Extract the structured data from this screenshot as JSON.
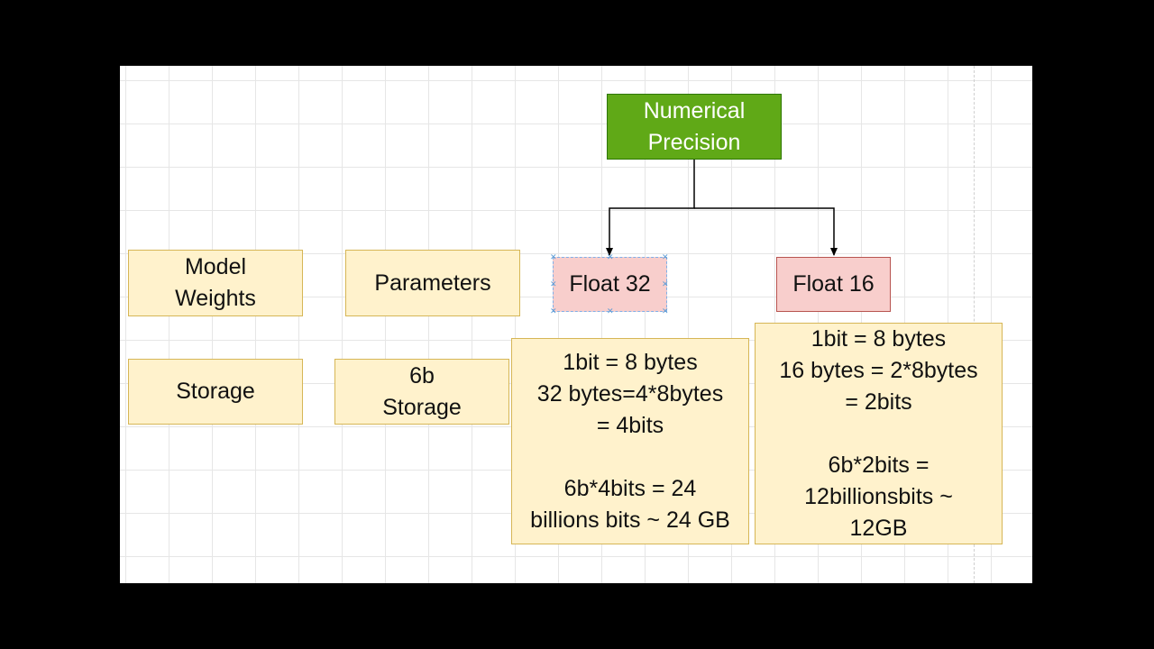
{
  "diagram": {
    "root": {
      "label": "Numerical\nPrecision"
    },
    "left_boxes": [
      {
        "id": "model-weights",
        "label": "Model\nWeights"
      },
      {
        "id": "parameters",
        "label": "Parameters"
      },
      {
        "id": "storage",
        "label": "Storage"
      },
      {
        "id": "storage-6b",
        "label": "6b\nStorage"
      }
    ],
    "branches": [
      {
        "id": "float-32",
        "label": "Float 32",
        "note": "1bit = 8 bytes\n32 bytes=4*8bytes\n= 4bits\n\n6b*4bits = 24\nbillions bits ~ 24 GB"
      },
      {
        "id": "float-16",
        "label": "Float 16",
        "note": "1bit = 8 bytes\n16 bytes = 2*8bytes\n= 2bits\n\n6b*2bits =\n12billionsbits ~\n12GB"
      }
    ],
    "colors": {
      "root_fill": "#60a917",
      "branch_fill": "#f8cecc",
      "note_fill": "#fff2cc",
      "edge": "#000000",
      "selection": "#7fb0e8"
    }
  }
}
